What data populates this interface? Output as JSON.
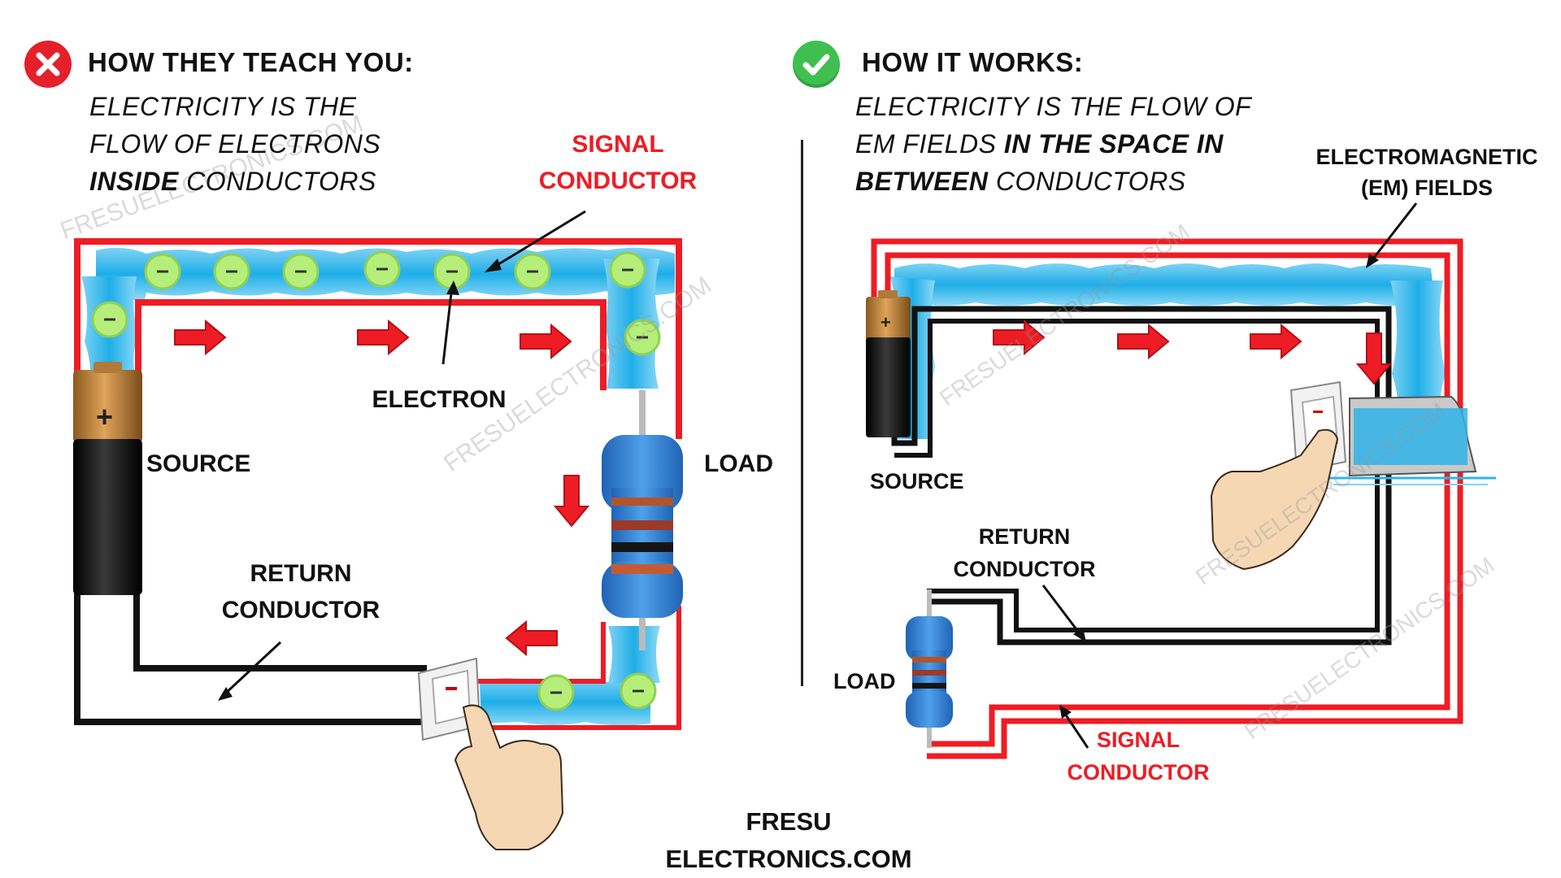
{
  "left": {
    "heading": "HOW THEY TEACH YOU:",
    "subtitle_line1": "ELECTRICITY IS THE",
    "subtitle_line2": "FLOW OF ELECTRONS",
    "subtitle_line3_bold": "INSIDE",
    "subtitle_line3_rest": " CONDUCTORS",
    "signal_label_1": "SIGNAL",
    "signal_label_2": "CONDUCTOR",
    "electron_label": "ELECTRON",
    "source_label": "SOURCE",
    "load_label": "LOAD",
    "return_label_1": "RETURN",
    "return_label_2": "CONDUCTOR",
    "electron_symbol": "–",
    "battery_plus": "+"
  },
  "right": {
    "heading": "HOW IT WORKS:",
    "subtitle_line1": "ELECTRICITY IS THE FLOW OF",
    "subtitle_line2_rest": "EM FIELDS ",
    "subtitle_line2_bold": "IN THE SPACE IN",
    "subtitle_line3_bold": "BETWEEN",
    "subtitle_line3_rest": " CONDUCTORS",
    "em_label_1": "ELECTROMAGNETIC",
    "em_label_2": "(EM) FIELDS",
    "source_label": "SOURCE",
    "return_label_1": "RETURN",
    "return_label_2": "CONDUCTOR",
    "load_label": "LOAD",
    "signal_label_1": "SIGNAL",
    "signal_label_2": "CONDUCTOR",
    "battery_plus": "+"
  },
  "footer": {
    "line1": "FRESU",
    "line2": "ELECTRONICS.COM"
  },
  "watermark": "FRESUELECTRONICS.COM",
  "colors": {
    "signal_red": "#ee1c25",
    "return_black": "#111111",
    "field_blue": "#2fb4ea",
    "field_light": "#bfeaf8",
    "electron_green": "#b5ef7a",
    "wrong_red": "#e5202a",
    "right_green": "#3fbf4f"
  }
}
